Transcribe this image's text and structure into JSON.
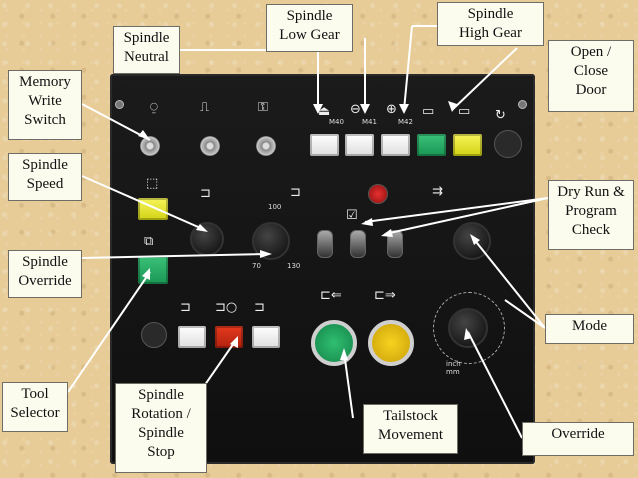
{
  "labels": {
    "memory_write_switch": "Memory\nWrite\nSwitch",
    "spindle_neutral": "Spindle\nNeutral",
    "spindle_low_gear": "Spindle\nLow Gear",
    "spindle_high_gear": "Spindle\nHigh Gear",
    "open_close_door": "Open /\nClose\nDoor",
    "spindle_speed": "Spindle\nSpeed",
    "dry_run_program_check": "Dry Run &\nProgram\nCheck",
    "spindle_override": "Spindle\nOverride",
    "mode": "Mode",
    "tool_selector": "Tool\nSelector",
    "spindle_rotation_stop": "Spindle\nRotation /\nSpindle\nStop",
    "tailstock_movement": "Tailstock\nMovement",
    "override": "Override"
  },
  "panel_text": {
    "m40": "M40",
    "m41": "M41",
    "m42": "M42",
    "speed_100": "100",
    "speed_70": "70",
    "speed_130": "130",
    "inch_mm": "inch\nmm"
  },
  "colors": {
    "background": "#e7cc98",
    "panel": "#151515",
    "label_bg": "#fbfbee",
    "leader": "#ffffff"
  }
}
